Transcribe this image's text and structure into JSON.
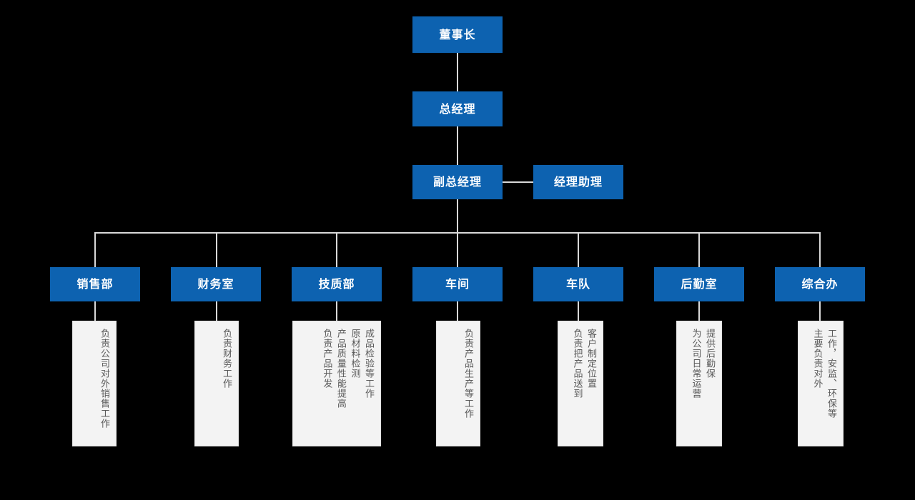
{
  "theme": {
    "background": "#000000",
    "node_fill": "#0d62b0",
    "node_text": "#ffffff",
    "line_color": "#d9d9d9",
    "desc_fill": "#f3f3f3",
    "desc_border": "#e2e2e2",
    "desc_text": "#5a5a5a"
  },
  "chart_data": {
    "type": "diagram",
    "diagram_type": "organization-chart",
    "title": "",
    "orientation": "top-down",
    "levels": [
      {
        "level": 1,
        "nodes": [
          "董事长"
        ]
      },
      {
        "level": 2,
        "nodes": [
          "总经理"
        ]
      },
      {
        "level": 3,
        "nodes": [
          "副总经理",
          "经理助理"
        ]
      },
      {
        "level": 4,
        "nodes": [
          "销售部",
          "财务室",
          "技质部",
          "车间",
          "车队",
          "后勤室",
          "综合办"
        ]
      }
    ],
    "edges": [
      {
        "from": "董事长",
        "to": "总经理",
        "style": "vertical"
      },
      {
        "from": "总经理",
        "to": "副总经理",
        "style": "vertical"
      },
      {
        "from": "副总经理",
        "to": "经理助理",
        "style": "horizontal"
      },
      {
        "from": "副总经理",
        "to": "销售部",
        "style": "bus"
      },
      {
        "from": "副总经理",
        "to": "财务室",
        "style": "bus"
      },
      {
        "from": "副总经理",
        "to": "技质部",
        "style": "bus"
      },
      {
        "from": "副总经理",
        "to": "车间",
        "style": "bus"
      },
      {
        "from": "副总经理",
        "to": "车队",
        "style": "bus"
      },
      {
        "from": "副总经理",
        "to": "后勤室",
        "style": "bus"
      },
      {
        "from": "副总经理",
        "to": "综合办",
        "style": "bus"
      }
    ]
  },
  "nodes": {
    "chairman": {
      "label": "董事长"
    },
    "general_manager": {
      "label": "总经理"
    },
    "deputy_general_manager": {
      "label": "副总经理"
    },
    "manager_assistant": {
      "label": "经理助理"
    },
    "sales": {
      "label": "销售部"
    },
    "finance": {
      "label": "财务室"
    },
    "tech_quality": {
      "label": "技质部"
    },
    "workshop": {
      "label": "车间"
    },
    "fleet": {
      "label": "车队"
    },
    "logistics": {
      "label": "后勤室"
    },
    "general_affairs": {
      "label": "综合办"
    }
  },
  "descriptions": {
    "sales": {
      "columns": [
        "负责公司对外销售工作"
      ]
    },
    "finance": {
      "columns": [
        "负责财务工作"
      ]
    },
    "tech_quality": {
      "columns": [
        "成品检验等工作",
        "原材料检测",
        "产品质量性能提高",
        "负责产品开发"
      ]
    },
    "workshop": {
      "columns": [
        "负责产品生产等工作"
      ]
    },
    "fleet": {
      "columns": [
        "客户制定位置",
        "负责把产品送到"
      ]
    },
    "logistics": {
      "columns": [
        "提供后勤保",
        "为公司日常运营"
      ]
    },
    "general_affairs": {
      "columns": [
        "工作，安监、环保等",
        "主要负责对外"
      ]
    }
  }
}
